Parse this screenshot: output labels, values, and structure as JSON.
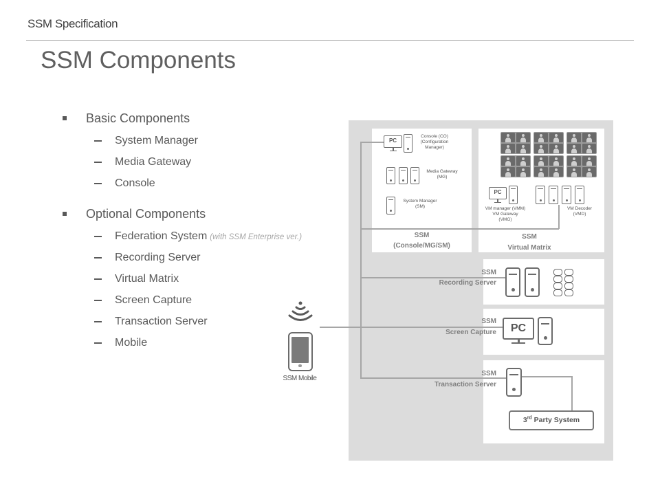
{
  "header": {
    "title": "SSM Specification"
  },
  "slide": {
    "title": "SSM Components"
  },
  "bullets": [
    {
      "label": "Basic Components",
      "items": [
        {
          "label": "System Manager"
        },
        {
          "label": "Media Gateway"
        },
        {
          "label": "Console"
        }
      ]
    },
    {
      "label": "Optional Components",
      "items": [
        {
          "label": "Federation System",
          "note": "(with SSM Enterprise ver.)"
        },
        {
          "label": "Recording Server"
        },
        {
          "label": "Virtual Matrix"
        },
        {
          "label": "Screen Capture"
        },
        {
          "label": "Transaction Server"
        },
        {
          "label": "Mobile"
        }
      ]
    }
  ],
  "diagram": {
    "core": {
      "title": "SSM",
      "subtitle": "(Console/MG/SM)",
      "console": {
        "pc_label": "PC",
        "caption": [
          "Console (CO)",
          "(Configuration",
          "Manager)"
        ]
      },
      "media_gateway": {
        "caption": [
          "Media Gateway",
          "(MG)"
        ]
      },
      "system_manager": {
        "caption": [
          "System Manager",
          "(SM)"
        ]
      }
    },
    "virtual_matrix": {
      "title": "SSM",
      "subtitle": "Virtual Matrix",
      "manager": {
        "pc_label": "PC",
        "caption": [
          "VM manager (VMM)",
          "VM Gateway",
          "(VMG)"
        ]
      },
      "decoder": {
        "caption": [
          "VM Decoder",
          "(VMD)"
        ]
      }
    },
    "recording": {
      "title": "SSM",
      "subtitle": "Recording Server"
    },
    "screen_capture": {
      "title": "SSM",
      "subtitle": "Screen Capture",
      "pc_label": "PC"
    },
    "transaction": {
      "title": "SSM",
      "subtitle": "Transaction Server",
      "third_party": {
        "number": "3",
        "suffix": "rd",
        "label": " Party System"
      }
    },
    "mobile": {
      "label": "SSM Mobile"
    }
  },
  "colors": {
    "panel_background": "#dcdcdc",
    "text": "#595959",
    "connector": "#a6a6a6",
    "note_text": "#a6a6a6"
  }
}
